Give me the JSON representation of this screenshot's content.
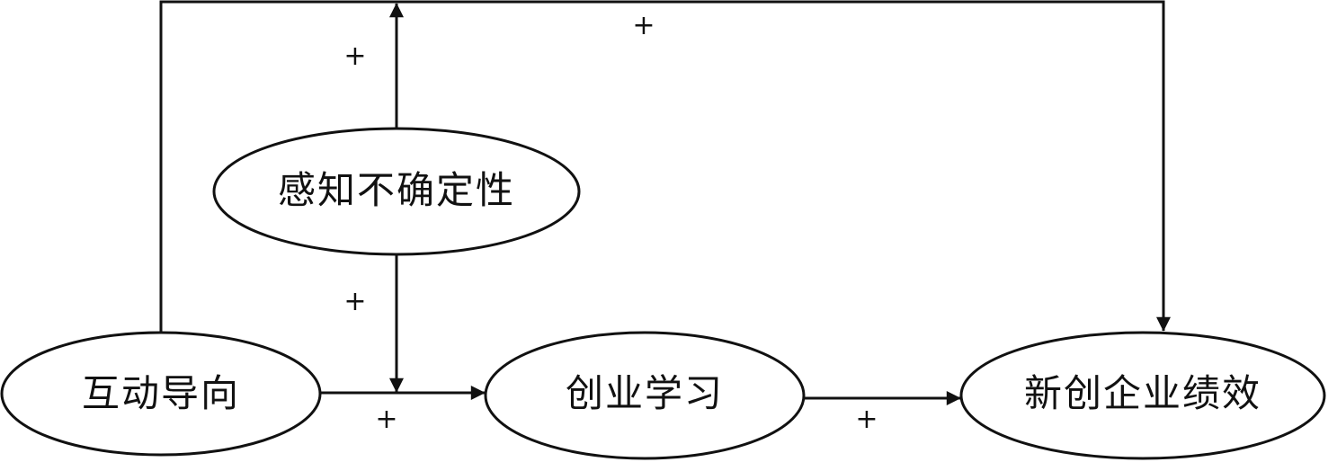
{
  "nodes": {
    "interaction_orientation": "互动导向",
    "perceived_uncertainty": "感知不确定性",
    "entrepreneurial_learning": "创业学习",
    "new_venture_performance": "新创企业绩效"
  },
  "signs": {
    "top_direct_path": "+",
    "moderation_up": "+",
    "moderation_down": "+",
    "io_to_el": "+",
    "el_to_nvp": "+"
  }
}
